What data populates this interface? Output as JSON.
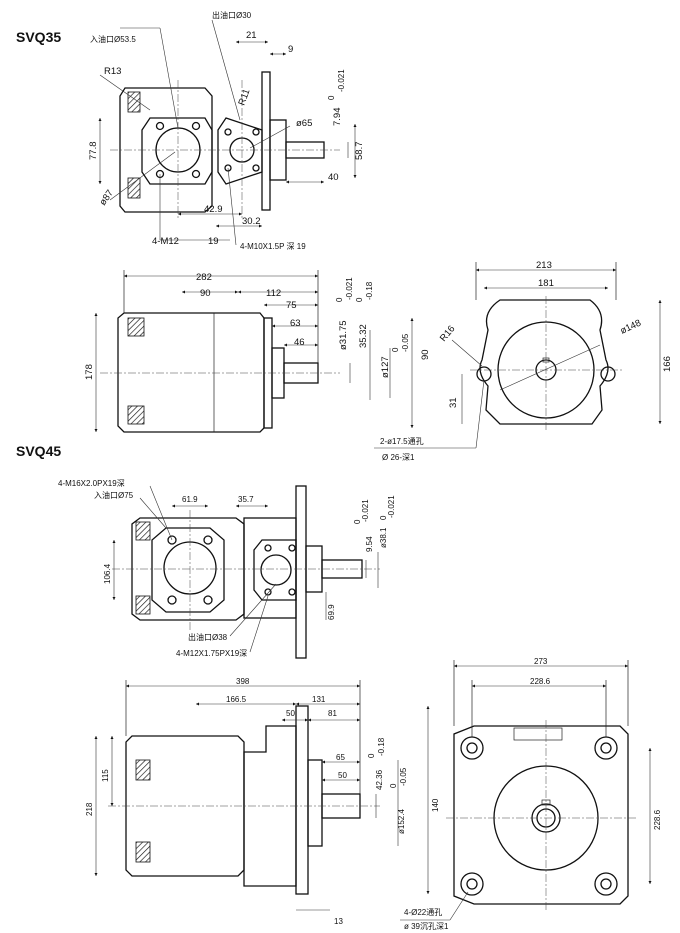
{
  "models": [
    {
      "name": "SVQ35",
      "ports": {
        "inlet": "入油口Ø53.5",
        "outlet": "出油口Ø30"
      },
      "top_view": {
        "dims": [
          "21",
          "9",
          "R13",
          "R11",
          "77.8",
          "ø65",
          "58.7",
          "40",
          "ø87",
          "42.9",
          "30.2",
          "19"
        ],
        "tol_794": [
          "7.94",
          "0",
          "-0.021"
        ],
        "threads": [
          "4-M12",
          "4-M10X1.5P 深 19"
        ]
      },
      "side_view": {
        "dims": [
          "282",
          "90",
          "112",
          "75",
          "63",
          "46",
          "178",
          "90"
        ],
        "tol_3175": [
          "ø31.75",
          "0",
          "-0.021"
        ],
        "tol_3532": [
          "35.32",
          "0",
          "-0.18"
        ],
        "tol_127": [
          "ø127",
          "0",
          "-0.05"
        ]
      },
      "end_view": {
        "dims": [
          "213",
          "181",
          "R16",
          "ø148",
          "166",
          "31"
        ],
        "holes": [
          "2-ø17.5通孔",
          "Ø 26-深1"
        ]
      }
    },
    {
      "name": "SVQ45",
      "ports": {
        "inlet": "入油口Ø75",
        "outlet": "出油口Ø38"
      },
      "top_view": {
        "dims": [
          "61.9",
          "35.7",
          "106.4",
          "69.9"
        ],
        "tol_954": [
          "9.54",
          "0",
          "-0.021"
        ],
        "tol_381": [
          "ø38.1",
          "0",
          "-0.021"
        ],
        "threads": [
          "4-M16X2.0PX19深",
          "4-M12X1.75PX19深"
        ]
      },
      "side_view": {
        "dims": [
          "398",
          "166.5",
          "131",
          "50",
          "81",
          "65",
          "50",
          "115",
          "218",
          "140",
          "13"
        ],
        "tol_4236": [
          "42.36",
          "0",
          "-0.18"
        ],
        "tol_1524": [
          "ø152.4",
          "0",
          "-0.05"
        ]
      },
      "end_view": {
        "dims": [
          "273",
          "228.6",
          "228.6"
        ],
        "holes": [
          "4-Ø22通孔",
          "ø 39沉孔深1"
        ]
      }
    }
  ]
}
